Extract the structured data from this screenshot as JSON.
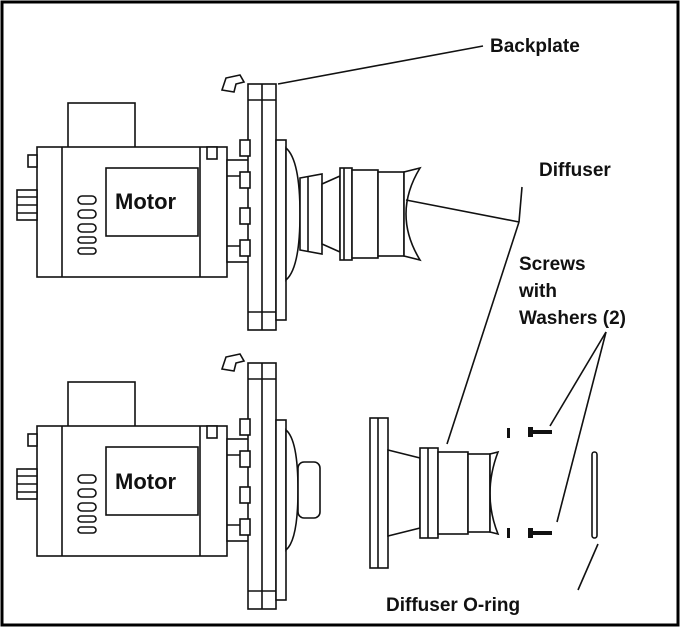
{
  "labels": {
    "backplate": "Backplate",
    "diffuser": "Diffuser",
    "screws_line1": "Screws",
    "screws_line2": "with",
    "screws_line3": "Washers (2)",
    "oring": "Diffuser O-ring"
  },
  "motor_label_top": "Motor",
  "motor_label_bottom": "Motor",
  "colors": {
    "line": "#111111",
    "background": "#ffffff",
    "border": "#000000"
  }
}
